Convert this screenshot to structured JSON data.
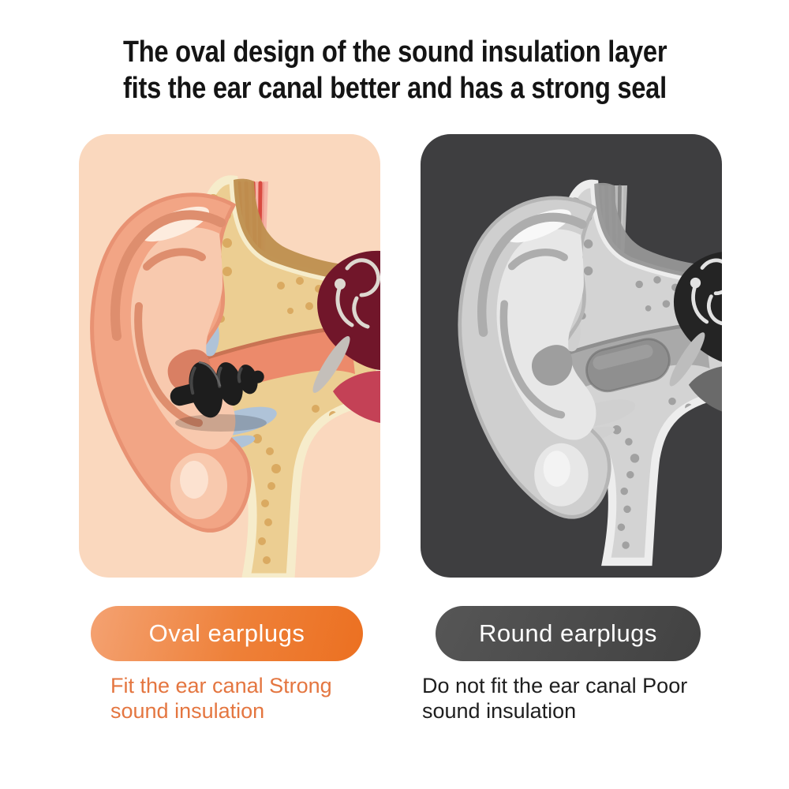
{
  "headline": {
    "line1": "The oval design of the sound insulation layer",
    "line2": "fits the ear canal better and has a strong seal"
  },
  "comparison": {
    "left": {
      "badge_label": "Oval earplugs",
      "caption": "Fit the ear canal Strong sound insulation",
      "illustration_alt": "Color cross-section of ear anatomy with black oval triple-flange earplug sealing the ear canal"
    },
    "right": {
      "badge_label": "Round earplugs",
      "caption": "Do not fit the ear canal Poor sound insulation",
      "illustration_alt": "Grayscale cross-section of ear anatomy with round earplug leaving gaps in the ear canal"
    }
  },
  "css_vars": {
    "--page-bg": "#FFFFFF",
    "--title-color": "#141414",
    "--panel-left-bg": "#FAD8BE",
    "--panel-right-bg": "#3E3E40",
    "--badge-orange-a": "#F4A272",
    "--badge-orange-b": "#EC7021",
    "--badge-gray-a": "#565656",
    "--badge-gray-b": "#424242",
    "--badge-text": "#FFFFFF",
    "--caption-orange": "#E47640",
    "--caption-dark": "#1E1E1E",
    "--plug-oval-color": "#1D1D1D",
    "--plug-round-color": "#8F8F8F"
  }
}
